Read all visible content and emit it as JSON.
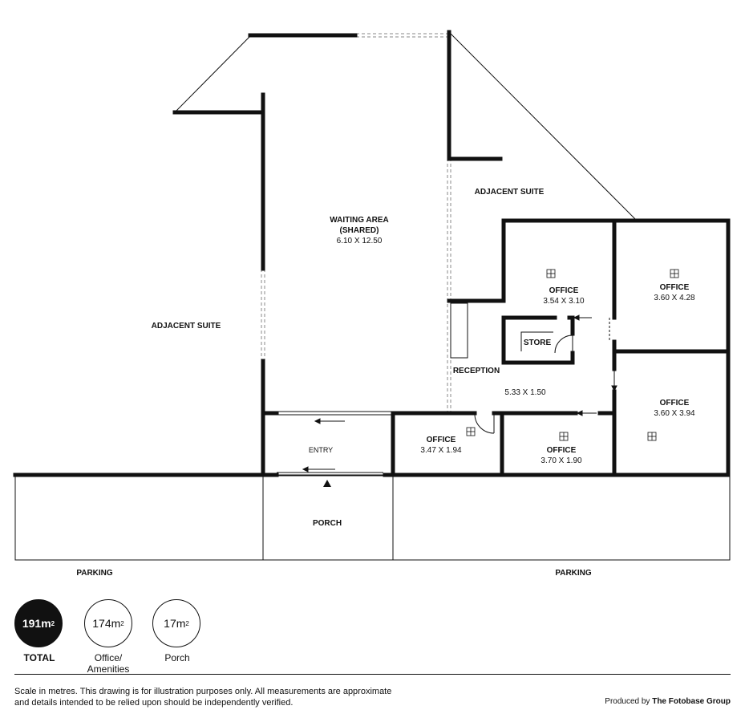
{
  "rooms": {
    "waiting_area": {
      "name_line1": "WAITING AREA",
      "name_line2": "(SHARED)",
      "size": "6.10 X 12.50"
    },
    "adjacent_suite_left": {
      "name": "ADJACENT SUITE"
    },
    "adjacent_suite_top": {
      "name": "ADJACENT SUITE"
    },
    "office_a": {
      "name": "OFFICE",
      "size": "3.54 X 3.10"
    },
    "office_b": {
      "name": "OFFICE",
      "size": "3.60 X 4.28"
    },
    "store": {
      "name": "STORE"
    },
    "reception": {
      "name": "RECEPTION",
      "size": "5.33 X 1.50"
    },
    "office_c": {
      "name": "OFFICE",
      "size": "3.60 X 3.94"
    },
    "office_d": {
      "name": "OFFICE",
      "size": "3.47 X 1.94"
    },
    "office_e": {
      "name": "OFFICE",
      "size": "3.70 X 1.90"
    },
    "entry": {
      "name": "ENTRY"
    },
    "porch": {
      "name": "PORCH"
    },
    "parking_left": {
      "name": "PARKING"
    },
    "parking_right": {
      "name": "PARKING"
    }
  },
  "areas": [
    {
      "value": "191m",
      "sup": "2",
      "caption_line1": "TOTAL",
      "caption_line2": ""
    },
    {
      "value": "174m",
      "sup": "2",
      "caption_line1": "Office/",
      "caption_line2": "Amenities"
    },
    {
      "value": "17m",
      "sup": "2",
      "caption_line1": "Porch",
      "caption_line2": ""
    }
  ],
  "footer": {
    "disclaimer": "Scale in metres. This drawing is for illustration purposes only. All measurements are approximate and details intended to be relied upon should be independently verified.",
    "credit_prefix": "Produced by",
    "credit_brand": "The Fotobase Group"
  },
  "icons": {
    "window": "window-icon",
    "entry_marker": "entry-arrow-icon"
  }
}
